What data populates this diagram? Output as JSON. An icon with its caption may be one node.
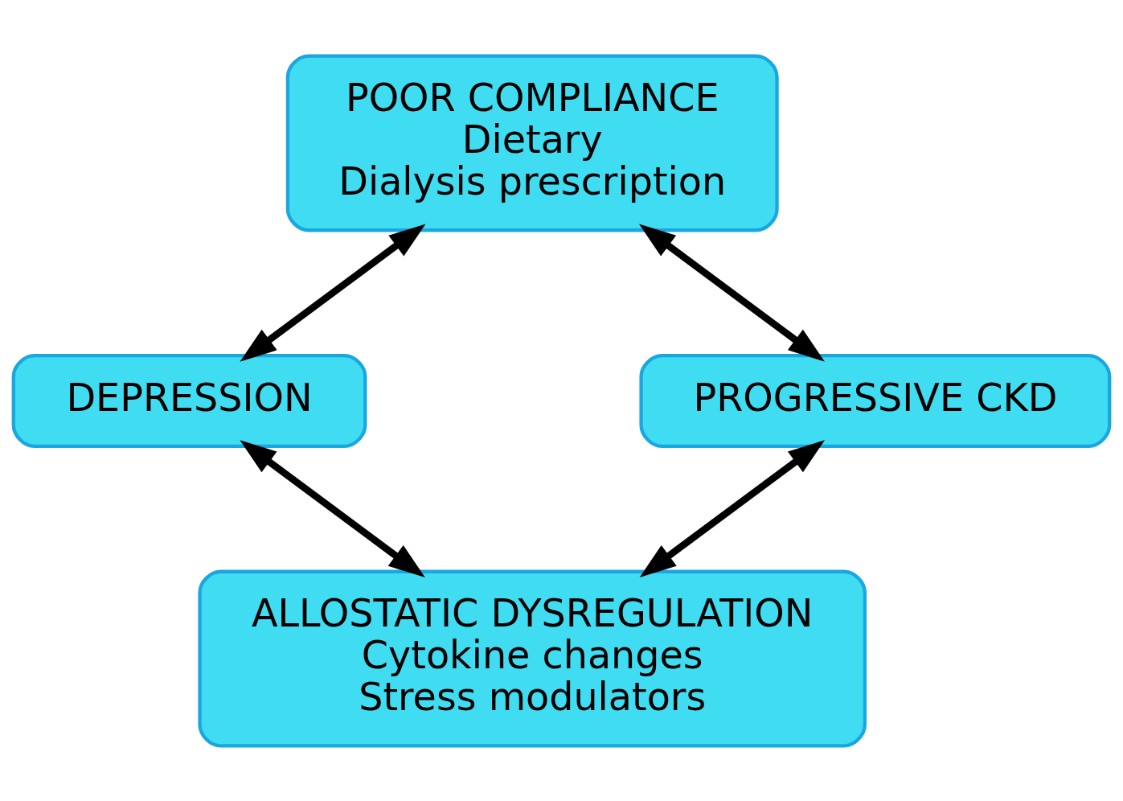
{
  "diagram": {
    "nodes": [
      {
        "text": [
          "POOR COMPLIANCE",
          "Dietary",
          "Dialysis prescription"
        ]
      },
      {
        "text": [
          "DEPRESSION"
        ]
      },
      {
        "text": [
          "PROGRESSIVE CKD"
        ]
      },
      {
        "text": [
          "ALLOSTATIC DYSREGULATION",
          "Cytokine changes",
          "Stress modulators"
        ]
      }
    ],
    "edges": [
      {
        "from": 1,
        "to": 0,
        "arrow": "both"
      },
      {
        "from": 0,
        "to": 2,
        "arrow": "both"
      },
      {
        "from": 1,
        "to": 3,
        "arrow": "both"
      },
      {
        "from": 3,
        "to": 2,
        "arrow": "both"
      }
    ]
  }
}
